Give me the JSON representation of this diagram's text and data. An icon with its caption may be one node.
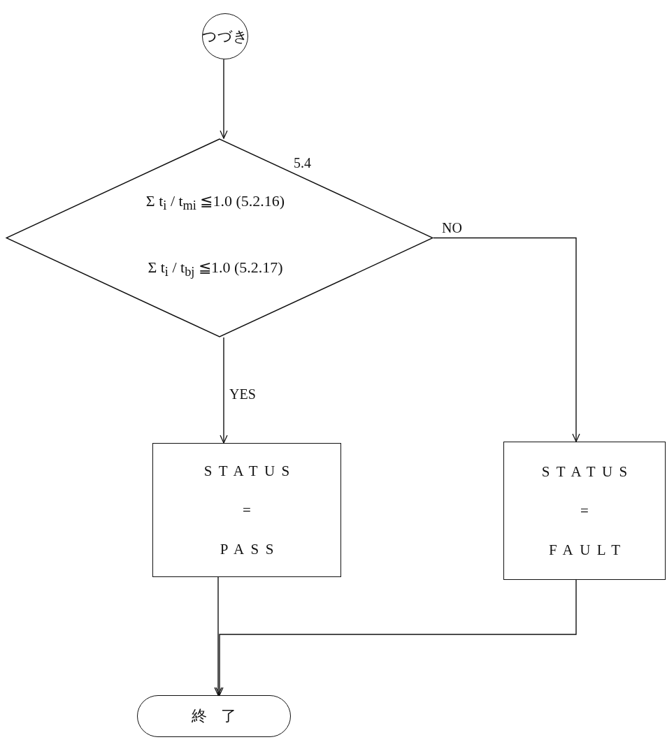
{
  "diagram": {
    "nodes": [
      {
        "text": [
          "つづき"
        ]
      },
      {
        "text": [
          "Σ t$_{i}$ / t$_{mi}$ ≦1.0 (5.2.16)",
          "Σ t$_{i}$ / t$_{bj}$ ≦1.0 (5.2.17)"
        ],
        "beside": [
          "5.4"
        ]
      },
      {
        "text": [
          "STATUS = PASS"
        ]
      },
      {
        "text": [
          "STATUS = FAULT"
        ]
      },
      {
        "text": [
          "終了"
        ]
      }
    ],
    "edges": [
      {
        "from": 0,
        "to": 1,
        "arrow": "to"
      },
      {
        "from": 1,
        "to": 2,
        "arrow": "to",
        "label": "YES"
      },
      {
        "from": 1,
        "to": 3,
        "arrow": "to",
        "label": "NO"
      },
      {
        "from": 2,
        "to": 4,
        "arrow": "to"
      },
      {
        "from": 3,
        "to": 4,
        "arrow": "to"
      }
    ]
  }
}
